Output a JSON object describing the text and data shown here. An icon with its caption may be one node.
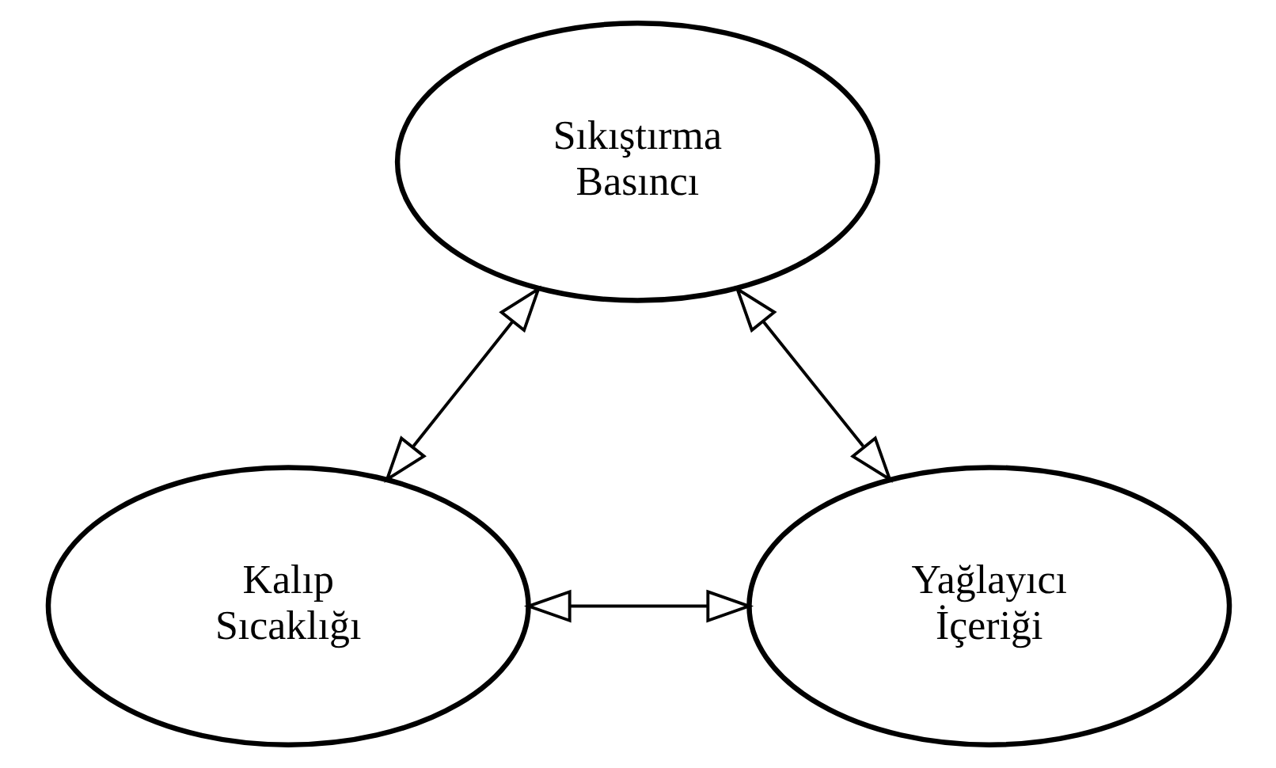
{
  "diagram": {
    "nodes": [
      {
        "text": [
          "Sıkıştırma Basıncı"
        ]
      },
      {
        "text": [
          "Kalıp Sıcaklığı"
        ]
      },
      {
        "text": [
          "Yağlayıcı İçeriği"
        ]
      }
    ],
    "edges": [
      {
        "from": 0,
        "to": 1,
        "arrow": "both"
      },
      {
        "from": 0,
        "to": 2,
        "arrow": "both"
      },
      {
        "from": 1,
        "to": 2,
        "arrow": "both"
      }
    ]
  }
}
